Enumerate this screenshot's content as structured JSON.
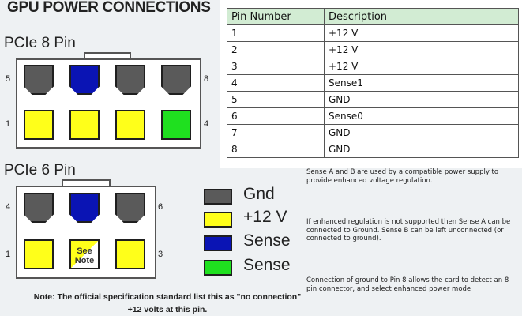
{
  "title": "GPU POWER CONNECTIONS",
  "pcie8": {
    "label": "PCIe 8 Pin",
    "pin_numbers": {
      "top_left": "5",
      "top_right": "8",
      "bottom_left": "1",
      "bottom_right": "4"
    },
    "top_row": [
      "gnd",
      "sense",
      "gnd",
      "gnd"
    ],
    "bottom_row": [
      "v12",
      "v12",
      "v12",
      "sense0"
    ]
  },
  "pcie6": {
    "label": "PCIe 6 Pin",
    "pin_numbers": {
      "top_left": "4",
      "top_right": "6",
      "bottom_left": "1",
      "bottom_right": "3"
    },
    "top_row": [
      "gnd",
      "sense",
      "gnd"
    ],
    "bottom_row": [
      "v12",
      "see",
      "v12"
    ],
    "see_note_label": "See\nNote"
  },
  "legend": [
    {
      "type": "gnd",
      "label": "Gnd",
      "color": "#5a5a5a"
    },
    {
      "type": "v12",
      "label": "+12 V",
      "color": "#ffff1a"
    },
    {
      "type": "sense",
      "label": "Sense",
      "color": "#0a14b4"
    },
    {
      "type": "sense0",
      "label": "Sense",
      "color": "#1fe01f"
    }
  ],
  "note": {
    "line1": "Note: The official specification standard list this as \"no connection\"",
    "line2": "+12 volts at this pin."
  },
  "table": {
    "headers": [
      "Pin Number",
      "Description"
    ],
    "rows": [
      [
        "1",
        "+12 V"
      ],
      [
        "2",
        "+12 V"
      ],
      [
        "3",
        "+12 V"
      ],
      [
        "4",
        "Sense1"
      ],
      [
        "5",
        "GND"
      ],
      [
        "6",
        "Sense0"
      ],
      [
        "7",
        "GND"
      ],
      [
        "8",
        "GND"
      ]
    ],
    "header_bg": "#d2ecd3"
  },
  "description": {
    "p1": "Sense A and B are used by a compatible power supply to provide enhanced voltage regulation.",
    "p2": "If enhanced regulation is not supported then Sense A can be connected to Ground. Sense B can be left unconnected (or connected to ground).",
    "p3": "Connection of ground to Pin 8 allows the card to detect an 8 pin connector, and select enhanced power mode"
  }
}
